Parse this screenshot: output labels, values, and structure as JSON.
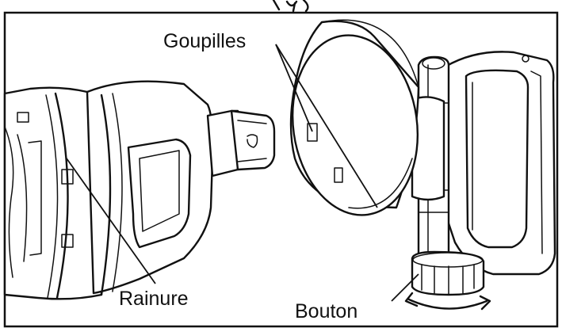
{
  "labels": {
    "pins": "Goupilles",
    "groove": "Rainure",
    "knob": "Bouton"
  },
  "colors": {
    "ink": "#111111",
    "background": "#ffffff"
  }
}
